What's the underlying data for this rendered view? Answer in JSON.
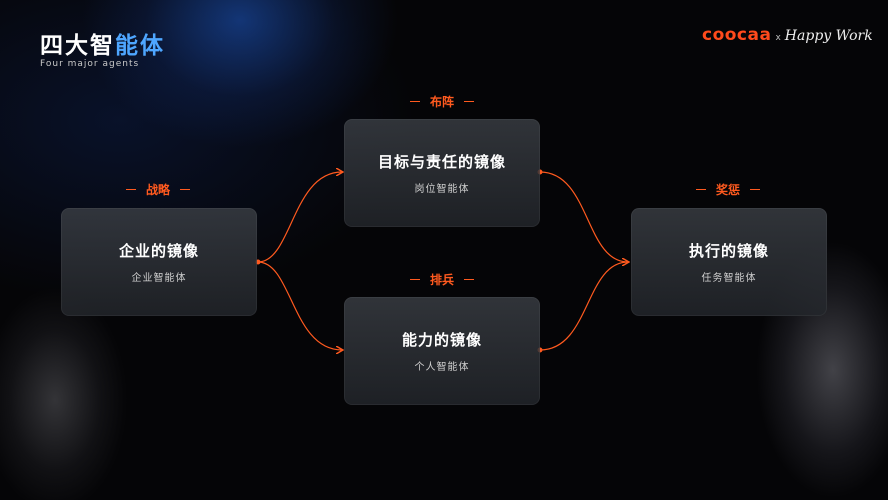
{
  "header": {
    "title_main": "四大智",
    "title_accent": "能体",
    "subtitle": "Four major agents"
  },
  "brand": {
    "name": "COOCAA",
    "separator": "x",
    "partner": "Happy Work"
  },
  "tags": {
    "strategy": "战略",
    "deploy": "布阵",
    "troops": "排兵",
    "reward": "奖惩"
  },
  "cards": {
    "enterprise": {
      "title": "企业的镜像",
      "subtitle": "企业智能体"
    },
    "goal": {
      "title": "目标与责任的镜像",
      "subtitle": "岗位智能体"
    },
    "ability": {
      "title": "能力的镜像",
      "subtitle": "个人智能体"
    },
    "execution": {
      "title": "执行的镜像",
      "subtitle": "任务智能体"
    }
  },
  "colors": {
    "accent_orange": "#ff5a1f",
    "title_blue": "#4ea6ff",
    "brand_red": "#ff4a1c",
    "background": "#050507"
  }
}
